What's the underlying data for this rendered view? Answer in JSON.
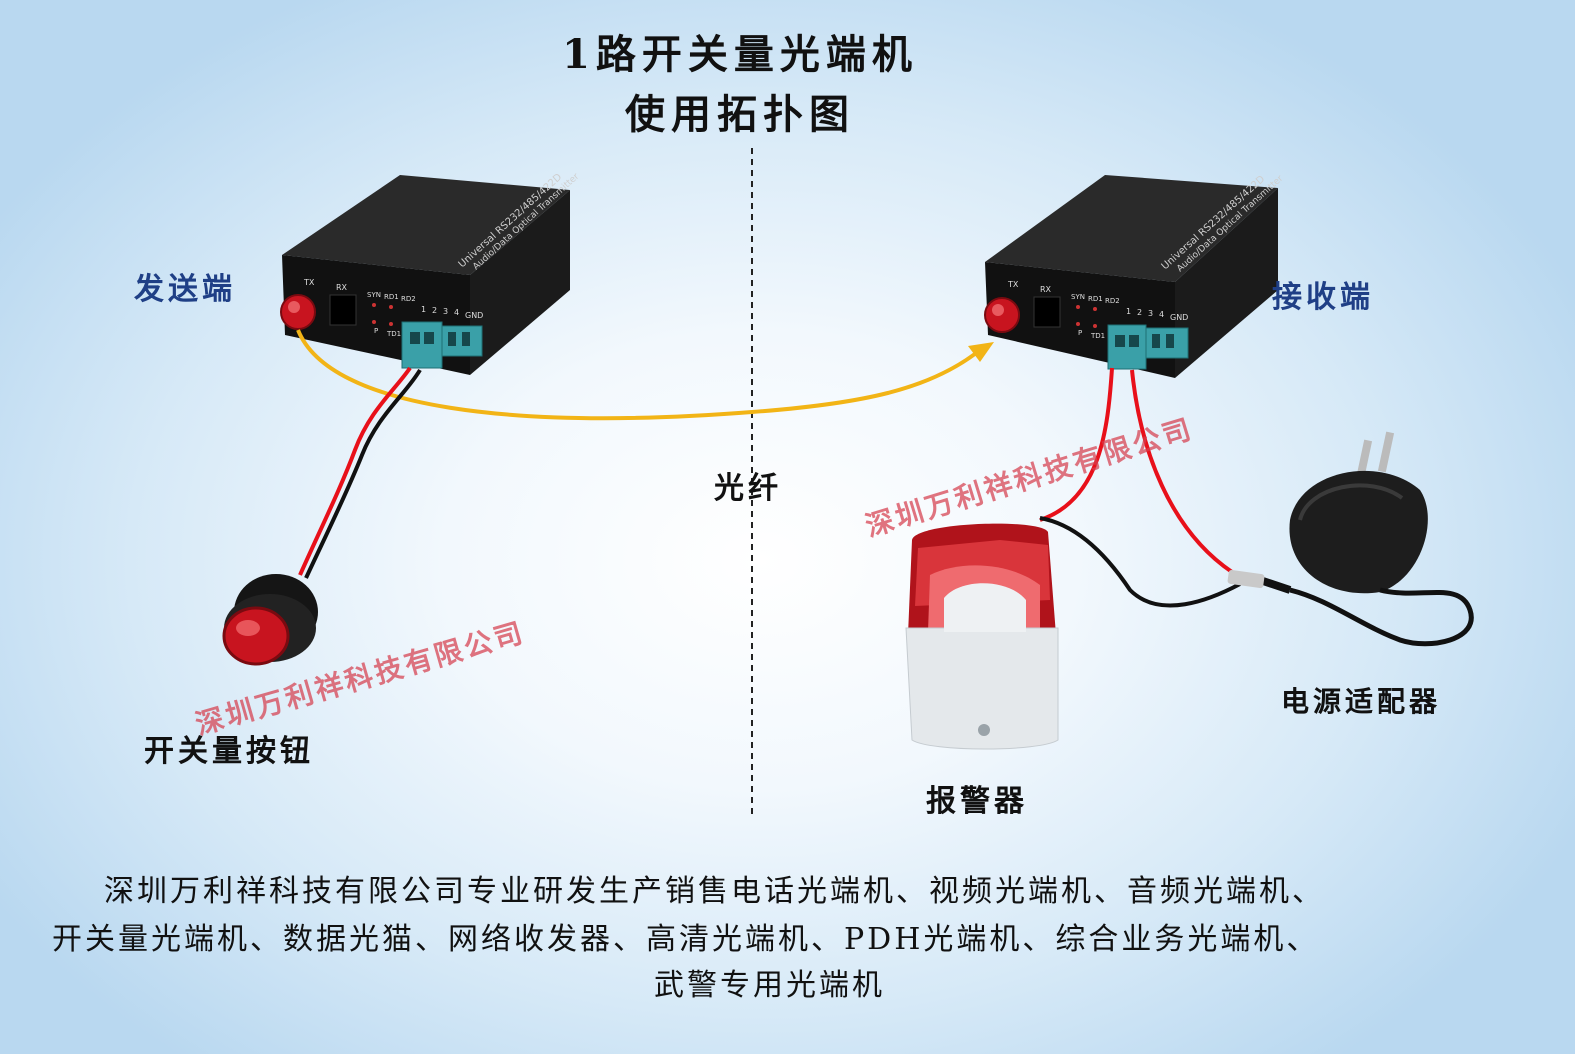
{
  "title": {
    "line1": "1路开关量光端机",
    "line2": "使用拓扑图"
  },
  "labels": {
    "sender": "发送端",
    "receiver": "接收端",
    "fiber": "光纤",
    "button": "开关量按钮",
    "alarm": "报警器",
    "adapter": "电源适配器"
  },
  "device": {
    "brand_line1": "Universal RS232/485/422D",
    "brand_line2": "Audio/Data Optical Transmitter",
    "tx": "TX",
    "rx": "RX",
    "syn": "SYN",
    "rd1": "RD1",
    "rd2": "RD2",
    "p": "P",
    "td1": "TD1",
    "pins": [
      "1",
      "2",
      "3",
      "4"
    ],
    "gnd": "GND"
  },
  "watermark": "深圳万利祥科技有限公司",
  "description": {
    "line1": "深圳万利祥科技有限公司专业研发生产销售电话光端机、视频光端机、音频光端机、",
    "line2": "开关量光端机、数据光猫、网络收发器、高清光端机、PDH光端机、综合业务光端机、",
    "line3": "武警专用光端机"
  },
  "colors": {
    "fiber": "#f2b416",
    "wire_red": "#e8101a",
    "wire_black": "#111111",
    "label_blue": "#1f3f86",
    "watermark": "#d63e4e"
  }
}
